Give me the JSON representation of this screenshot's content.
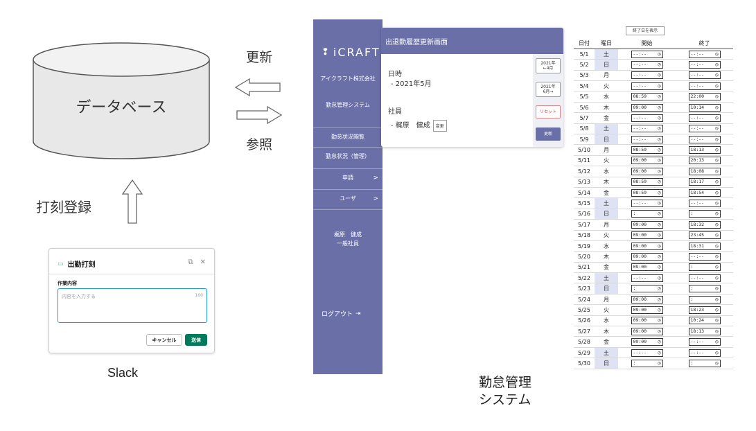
{
  "diagram": {
    "database_label": "データベース",
    "update_label": "更新",
    "reference_label": "参照",
    "punch_register_label": "打刻登録",
    "slack_caption": "Slack",
    "system_caption_line1": "勤怠管理",
    "system_caption_line2": "システム"
  },
  "slack_dialog": {
    "title": "出勤打刻",
    "field_label": "作業内容",
    "placeholder": "内容を入力する",
    "char_limit": "100",
    "cancel_label": "キャンセル",
    "submit_label": "送信",
    "accent_color": "#007a5a"
  },
  "sidebar": {
    "logo_text": "iCRAFT",
    "company": "アイクラフト株式会社",
    "system_name": "勤怠管理システム",
    "items": [
      {
        "label": "勤怠状況閲覧",
        "has_caret": false
      },
      {
        "label": "勤怠状況（管理）",
        "has_caret": false
      },
      {
        "label": "申請",
        "has_caret": true
      },
      {
        "label": "ユーザ",
        "has_caret": true
      }
    ],
    "user_name": "梶原　健成",
    "user_role": "一般社員",
    "logout_label": "ログアウト",
    "bg_color": "#6a6fa8"
  },
  "panel": {
    "title": "出退勤履歴更新画面",
    "datetime_label": "日時",
    "datetime_value": "- 2021年5月",
    "employee_label": "社員",
    "employee_value": "- 梶原　健成",
    "change_label": "変更",
    "prev_btn_line1": "2021年",
    "prev_btn_line2": "←4月",
    "next_btn_line1": "2021年",
    "next_btn_line2": "6月→",
    "reset_label": "リセット",
    "update_label": "更新"
  },
  "attendance": {
    "show_end_label": "終了日を表示",
    "headers": {
      "date": "日付",
      "weekday": "曜日",
      "start": "開始",
      "end": "終了"
    },
    "rows": [
      {
        "date": "5/1",
        "wd": "土",
        "start": "--:--",
        "end": "--:--",
        "weekend": true
      },
      {
        "date": "5/2",
        "wd": "日",
        "start": "--:--",
        "end": "--:--",
        "weekend": true
      },
      {
        "date": "5/3",
        "wd": "月",
        "start": "--:--",
        "end": "--:--",
        "weekend": false
      },
      {
        "date": "5/4",
        "wd": "火",
        "start": "--:--",
        "end": "--:--",
        "weekend": false
      },
      {
        "date": "5/5",
        "wd": "水",
        "start": "08:59",
        "end": "22:00",
        "weekend": false
      },
      {
        "date": "5/6",
        "wd": "木",
        "start": "09:00",
        "end": "10:14",
        "weekend": false
      },
      {
        "date": "5/7",
        "wd": "金",
        "start": "--:--",
        "end": "--:--",
        "weekend": false
      },
      {
        "date": "5/8",
        "wd": "土",
        "start": "--:--",
        "end": "--:--",
        "weekend": true
      },
      {
        "date": "5/9",
        "wd": "日",
        "start": "--:--",
        "end": "--:--",
        "weekend": true
      },
      {
        "date": "5/10",
        "wd": "月",
        "start": "08:59",
        "end": "18:13",
        "weekend": false
      },
      {
        "date": "5/11",
        "wd": "火",
        "start": "09:00",
        "end": "20:13",
        "weekend": false
      },
      {
        "date": "5/12",
        "wd": "水",
        "start": "09:00",
        "end": "18:08",
        "weekend": false
      },
      {
        "date": "5/13",
        "wd": "木",
        "start": "08:59",
        "end": "18:17",
        "weekend": false
      },
      {
        "date": "5/14",
        "wd": "金",
        "start": "08:59",
        "end": "18:54",
        "weekend": false
      },
      {
        "date": "5/15",
        "wd": "土",
        "start": "--:--",
        "end": "--:--",
        "weekend": true
      },
      {
        "date": "5/16",
        "wd": "日",
        "start": "  :  ",
        "end": "  :  ",
        "weekend": true
      },
      {
        "date": "5/17",
        "wd": "月",
        "start": "09:00",
        "end": "18:32",
        "weekend": false
      },
      {
        "date": "5/18",
        "wd": "火",
        "start": "09:00",
        "end": "23:45",
        "weekend": false
      },
      {
        "date": "5/19",
        "wd": "水",
        "start": "09:00",
        "end": "18:31",
        "weekend": false
      },
      {
        "date": "5/20",
        "wd": "木",
        "start": "09:00",
        "end": "--:--",
        "weekend": false
      },
      {
        "date": "5/21",
        "wd": "金",
        "start": "09:00",
        "end": "  :  ",
        "weekend": false
      },
      {
        "date": "5/22",
        "wd": "土",
        "start": "--:--",
        "end": "--:--",
        "weekend": true
      },
      {
        "date": "5/23",
        "wd": "日",
        "start": "  :  ",
        "end": "  :  ",
        "weekend": true
      },
      {
        "date": "5/24",
        "wd": "月",
        "start": "09:00",
        "end": "  :  ",
        "weekend": false
      },
      {
        "date": "5/25",
        "wd": "火",
        "start": "09:00",
        "end": "18:23",
        "weekend": false
      },
      {
        "date": "5/26",
        "wd": "水",
        "start": "09:00",
        "end": "10:24",
        "weekend": false
      },
      {
        "date": "5/27",
        "wd": "木",
        "start": "09:00",
        "end": "18:13",
        "weekend": false
      },
      {
        "date": "5/28",
        "wd": "金",
        "start": "09:00",
        "end": "--:--",
        "weekend": false
      },
      {
        "date": "5/29",
        "wd": "土",
        "start": "--:--",
        "end": "--:--",
        "weekend": true
      },
      {
        "date": "5/30",
        "wd": "日",
        "start": "  :  ",
        "end": "  :  ",
        "weekend": true
      }
    ]
  }
}
